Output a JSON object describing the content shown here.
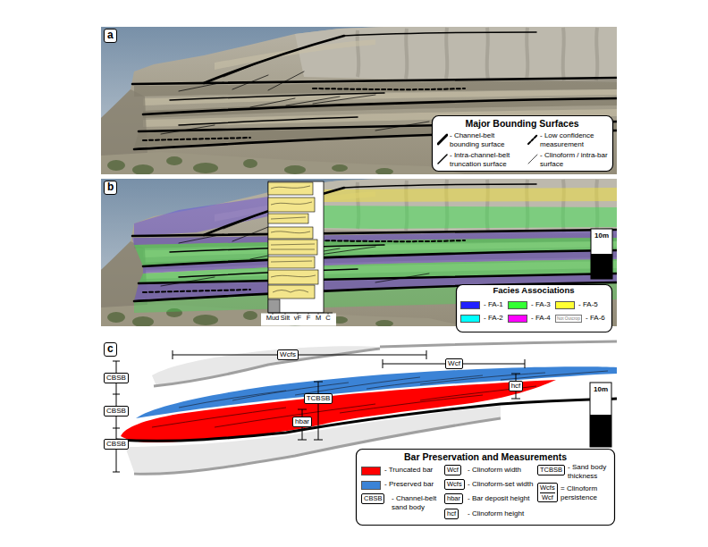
{
  "diagram": {
    "nodes": [
      {
        "text": [
          "Wcfs"
        ]
      },
      {
        "text": [
          "Wcf"
        ]
      },
      {
        "text": [
          "CBSB"
        ]
      },
      {
        "text": [
          "hcf"
        ]
      },
      {
        "text": [
          "TCBSB"
        ]
      },
      {
        "text": [
          "CBSB"
        ]
      },
      {
        "text": [
          "hbar"
        ]
      },
      {
        "text": [
          "CBSB"
        ]
      },
      {
        "text": [
          "Wcf"
        ]
      },
      {
        "text": [
          "TCBSB"
        ]
      },
      {
        "text": [
          "Wcfs"
        ]
      },
      {
        "text": [
          "Wcfs",
          "Wcf"
        ]
      },
      {
        "text": [
          "CBSB"
        ]
      },
      {
        "text": [
          "hbar"
        ]
      },
      {
        "text": [
          "hcf"
        ]
      }
    ],
    "labels": [
      "a",
      "Major Bounding Surfaces",
      "b",
      "Mud",
      "Silt",
      "vF",
      "F",
      "M",
      "C",
      "10m",
      "Facies Associations",
      "Not Outcrop",
      "c",
      "10m",
      "Bar Preservation and Measurements"
    ],
    "legend": [
      {
        "text": "- Channel-belt bounding surface"
      },
      {
        "text": "- Low confidence measurement"
      },
      {
        "text": "- Intra-channel-belt truncation surface"
      },
      {
        "text": "- Clinoform / intra-bar surface"
      },
      {
        "text": "- FA-1",
        "color": "#2020ff"
      },
      {
        "text": "- FA-2",
        "color": "#00ffff"
      },
      {
        "text": "- FA-3",
        "color": "#33ff33"
      },
      {
        "text": "- FA-4",
        "color": "#ff00ff"
      },
      {
        "text": "- FA-5",
        "color": "#ffff33"
      },
      {
        "text": "- FA-6",
        "color": "#ffffff"
      },
      {
        "text": "- Truncated bar",
        "color": "#ff0000"
      },
      {
        "text": "- Clinoform width"
      },
      {
        "text": "- Sand body thickness"
      },
      {
        "text": "- Preserved bar",
        "color": "#3b83d6"
      },
      {
        "text": "- Clinoform-set width"
      },
      {
        "text": "= Clinoform persistence"
      },
      {
        "text": "- Channel-belt sand body"
      },
      {
        "text": "- Bar deposit height"
      },
      {
        "text": "- Clinoform height"
      }
    ]
  }
}
